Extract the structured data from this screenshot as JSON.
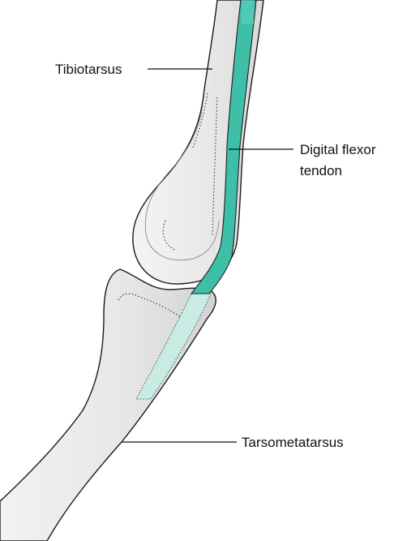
{
  "labels": {
    "tibiotarsus": "Tibiotarsus",
    "digital_flexor_line1": "Digital flexor",
    "digital_flexor_line2": "tendon",
    "tarsometatarsus": "Tarsometatarsus"
  },
  "colors": {
    "tendon": "#3dbfa8",
    "tendon_faint": "#c8ece4",
    "bone_fill": "#ededed",
    "outline": "#1a1a1a"
  }
}
